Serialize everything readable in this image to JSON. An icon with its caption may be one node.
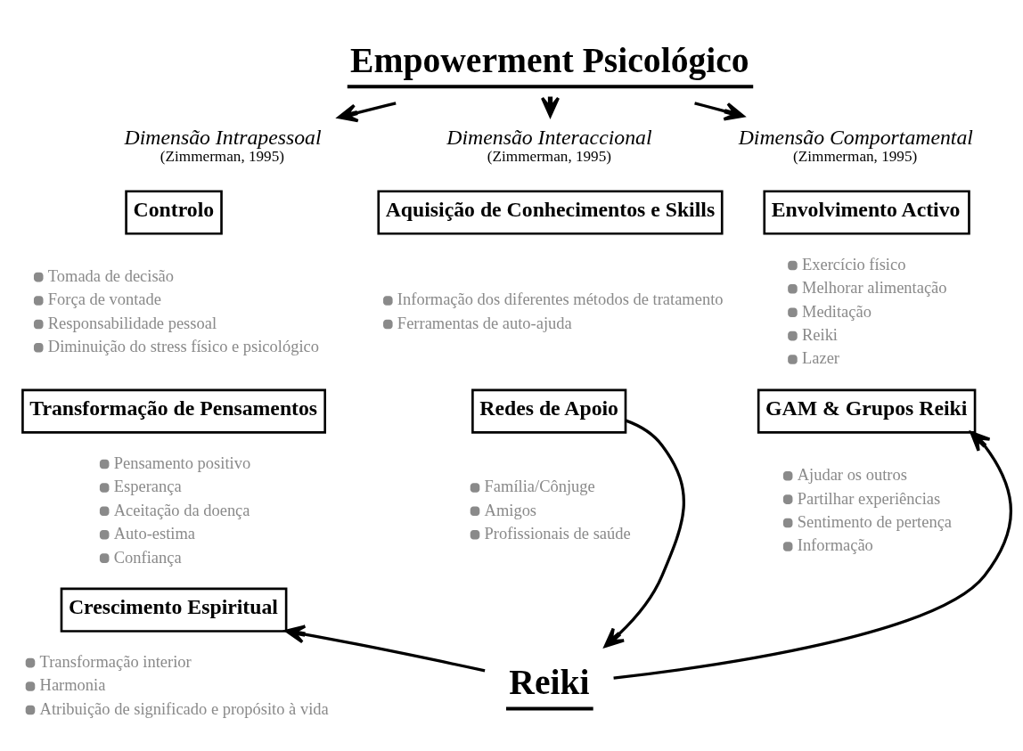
{
  "diagram": {
    "nodes": [
      {
        "text": [
          "Empowerment Psicológico"
        ]
      },
      {
        "text": [
          "Dimensão Intrapessoal",
          "(Zimmerman, 1995)"
        ]
      },
      {
        "text": [
          "Dimensão Interaccional",
          "(Zimmerman, 1995)"
        ]
      },
      {
        "text": [
          "Dimensão Comportamental",
          "(Zimmerman, 1995)"
        ]
      },
      {
        "text": [
          "Controlo"
        ],
        "beside": [
          "Tomada de decisão",
          "Força de vontade",
          "Responsabilidade pessoal",
          "Diminuição do stress físico e psicológico"
        ]
      },
      {
        "text": [
          "Transformação de Pensamentos"
        ],
        "beside": [
          "Pensamento positivo",
          "Esperança",
          "Aceitação da doença",
          "Auto-estima",
          "Confiança"
        ]
      },
      {
        "text": [
          "Crescimento Espiritual"
        ],
        "beside": [
          "Transformação interior",
          "Harmonia",
          "Atribuição de significado e propósito à vida"
        ]
      },
      {
        "text": [
          "Aquisição de Conhecimentos e Skills"
        ],
        "beside": [
          "Informação dos diferentes métodos de tratamento",
          "Ferramentas de auto-ajuda"
        ]
      },
      {
        "text": [
          "Redes de Apoio"
        ],
        "beside": [
          "Família/Cônjuge",
          "Amigos",
          "Profissionais de saúde"
        ]
      },
      {
        "text": [
          "Envolvimento Activo"
        ],
        "beside": [
          "Exercício físico",
          "Melhorar alimentação",
          "Meditação",
          "Reiki",
          "Lazer"
        ]
      },
      {
        "text": [
          "GAM & Grupos Reiki"
        ],
        "beside": [
          "Ajudar os outros",
          "Partilhar experiências",
          "Sentimento de pertença",
          "Informação"
        ]
      },
      {
        "text": [
          "Reiki"
        ]
      }
    ],
    "edges": [
      {
        "from": 0,
        "to": 1,
        "arrow": "to"
      },
      {
        "from": 0,
        "to": 2,
        "arrow": "to"
      },
      {
        "from": 0,
        "to": 3,
        "arrow": "to"
      },
      {
        "from": 8,
        "to": 11,
        "arrow": "to"
      },
      {
        "from": 11,
        "to": 6,
        "arrow": "to"
      },
      {
        "from": 11,
        "to": 10,
        "arrow": "to"
      }
    ]
  }
}
